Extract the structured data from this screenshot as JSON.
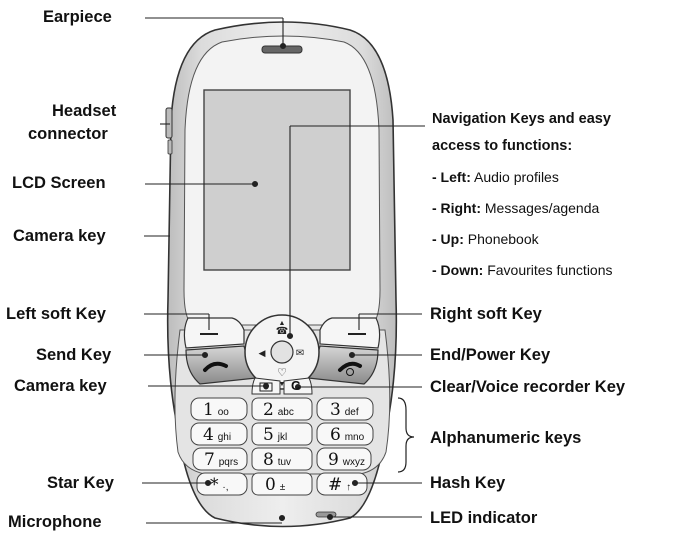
{
  "labels_left": {
    "earpiece": "Earpiece",
    "headset_1": "Headset",
    "headset_2": "connector",
    "lcd": "LCD Screen",
    "camera_side": "Camera key",
    "left_soft": "Left soft Key",
    "send": "Send Key",
    "camera_front": "Camera key",
    "star": "Star Key",
    "microphone": "Microphone"
  },
  "labels_right": {
    "nav_title_1": "Navigation Keys and easy",
    "nav_title_2": "access to functions:",
    "nav_items": [
      {
        "key": "- Left:",
        "desc": "Audio profiles"
      },
      {
        "key": "- Right:",
        "desc": "Messages/agenda"
      },
      {
        "key": "- Up:",
        "desc": "Phonebook"
      },
      {
        "key": "- Down:",
        "desc": "Favourites functions"
      }
    ],
    "right_soft": "Right soft Key",
    "end_power": "End/Power Key",
    "clear": "Clear/Voice recorder Key",
    "alphanumeric": "Alphanumeric keys",
    "hash": "Hash Key",
    "led": "LED indicator"
  },
  "keypad": [
    {
      "num": "1",
      "letters": "οο"
    },
    {
      "num": "2",
      "letters": "abc"
    },
    {
      "num": "3",
      "letters": "def"
    },
    {
      "num": "4",
      "letters": "ghi"
    },
    {
      "num": "5",
      "letters": "jkl"
    },
    {
      "num": "6",
      "letters": "mno"
    },
    {
      "num": "7",
      "letters": "pqrs"
    },
    {
      "num": "8",
      "letters": "tuv"
    },
    {
      "num": "9",
      "letters": "wxyz"
    },
    {
      "num": "*",
      "letters": "·,"
    },
    {
      "num": "0",
      "letters": "±"
    },
    {
      "num": "#",
      "letters": "↑"
    }
  ],
  "clear_key_glyph": "C",
  "colors": {
    "body": "#e6e6e6",
    "screen": "#cfcfcf",
    "outline": "#333333",
    "keys": "#f4f4f4"
  }
}
